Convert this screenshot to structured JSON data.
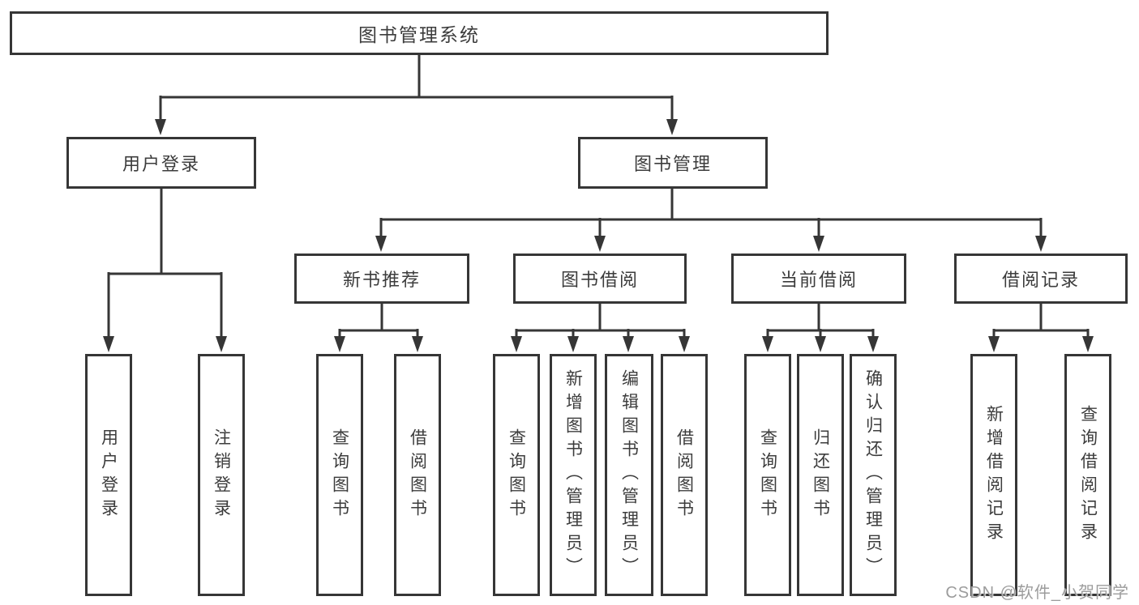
{
  "diagram": {
    "root": {
      "label": "图书管理系统"
    },
    "branches": [
      {
        "label": "用户登录",
        "children": [
          {
            "label": "用户登录"
          },
          {
            "label": "注销登录"
          }
        ]
      },
      {
        "label": "图书管理",
        "sections": [
          {
            "label": "新书推荐",
            "children": [
              {
                "label": "查询图书"
              },
              {
                "label": "借阅图书"
              }
            ]
          },
          {
            "label": "图书借阅",
            "children": [
              {
                "label": "查询图书"
              },
              {
                "label": "新增图书（管理员）"
              },
              {
                "label": "编辑图书（管理员）"
              },
              {
                "label": "借阅图书"
              }
            ]
          },
          {
            "label": "当前借阅",
            "children": [
              {
                "label": "查询图书"
              },
              {
                "label": "归还图书"
              },
              {
                "label": "确认归还（管理员）"
              }
            ]
          },
          {
            "label": "借阅记录",
            "children": [
              {
                "label": "新增借阅记录"
              },
              {
                "label": "查询借阅记录"
              }
            ]
          }
        ]
      }
    ]
  },
  "watermark": {
    "text": "CSDN @软件_小贺同学"
  },
  "colors": {
    "line": "#363636",
    "box_border": "#363636",
    "box_background": "#ffffff",
    "text": "#3c3c3c",
    "watermark": "#9c9c9c",
    "page_background": "#ffffff"
  }
}
